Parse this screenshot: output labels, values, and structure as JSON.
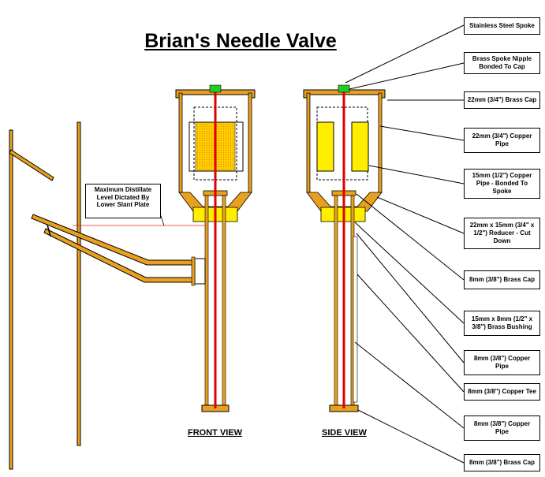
{
  "title": "Brian's Needle Valve",
  "views": {
    "front": "FRONT VIEW",
    "side": "SIDE VIEW"
  },
  "note": "Maximum Distillate Level Dictated By Lower Slant Plate",
  "callouts": [
    "Stainless Steel Spoke",
    "Brass Spoke Nipple Bonded To Cap",
    "22mm (3/4\") Brass Cap",
    "22mm (3/4\") Copper Pipe",
    "15mm (1/2\") Copper Pipe - Bonded To Spoke",
    "22mm x 15mm (3/4\" x 1/2\") Reducer - Cut Down",
    "8mm (3/8\") Brass Cap",
    "15mm x 8mm (1/2\" x 3/8\") Brass Bushing",
    "8mm (3/8\") Copper Pipe",
    "8mm (3/8\") Copper Tee",
    "8mm (3/8\") Copper Pipe",
    "8mm (3/8\") Brass Cap"
  ],
  "colors": {
    "copper": "#e8a020",
    "brass_yellow": "#ffee00",
    "fill_orange": "#ffcc00",
    "spoke_red": "#dd0000",
    "nipple_green": "#22cc22",
    "outline": "#000000"
  }
}
